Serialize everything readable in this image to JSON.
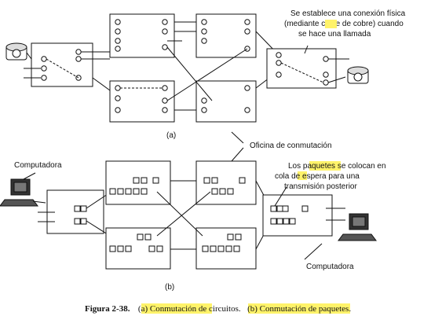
{
  "top_diagram": {
    "label": "(a)",
    "annotation": [
      "Se establece una conexión física",
      "(mediante cable de cobre) cuando",
      "se hace una llamada"
    ]
  },
  "middle_label": "Oficina de conmutación",
  "bottom_diagram": {
    "label": "(b)",
    "annotation": [
      "Los paquetes se colocan en",
      "cola de espera para una",
      "transmisión posterior"
    ],
    "left_computer": "Computadora",
    "right_computer": "Computadora"
  },
  "caption": {
    "figure": "Figura 2-38.",
    "part_a": "(a) Conmutación de circuitos.",
    "part_b": "(b) Conmutación de paquetes."
  }
}
